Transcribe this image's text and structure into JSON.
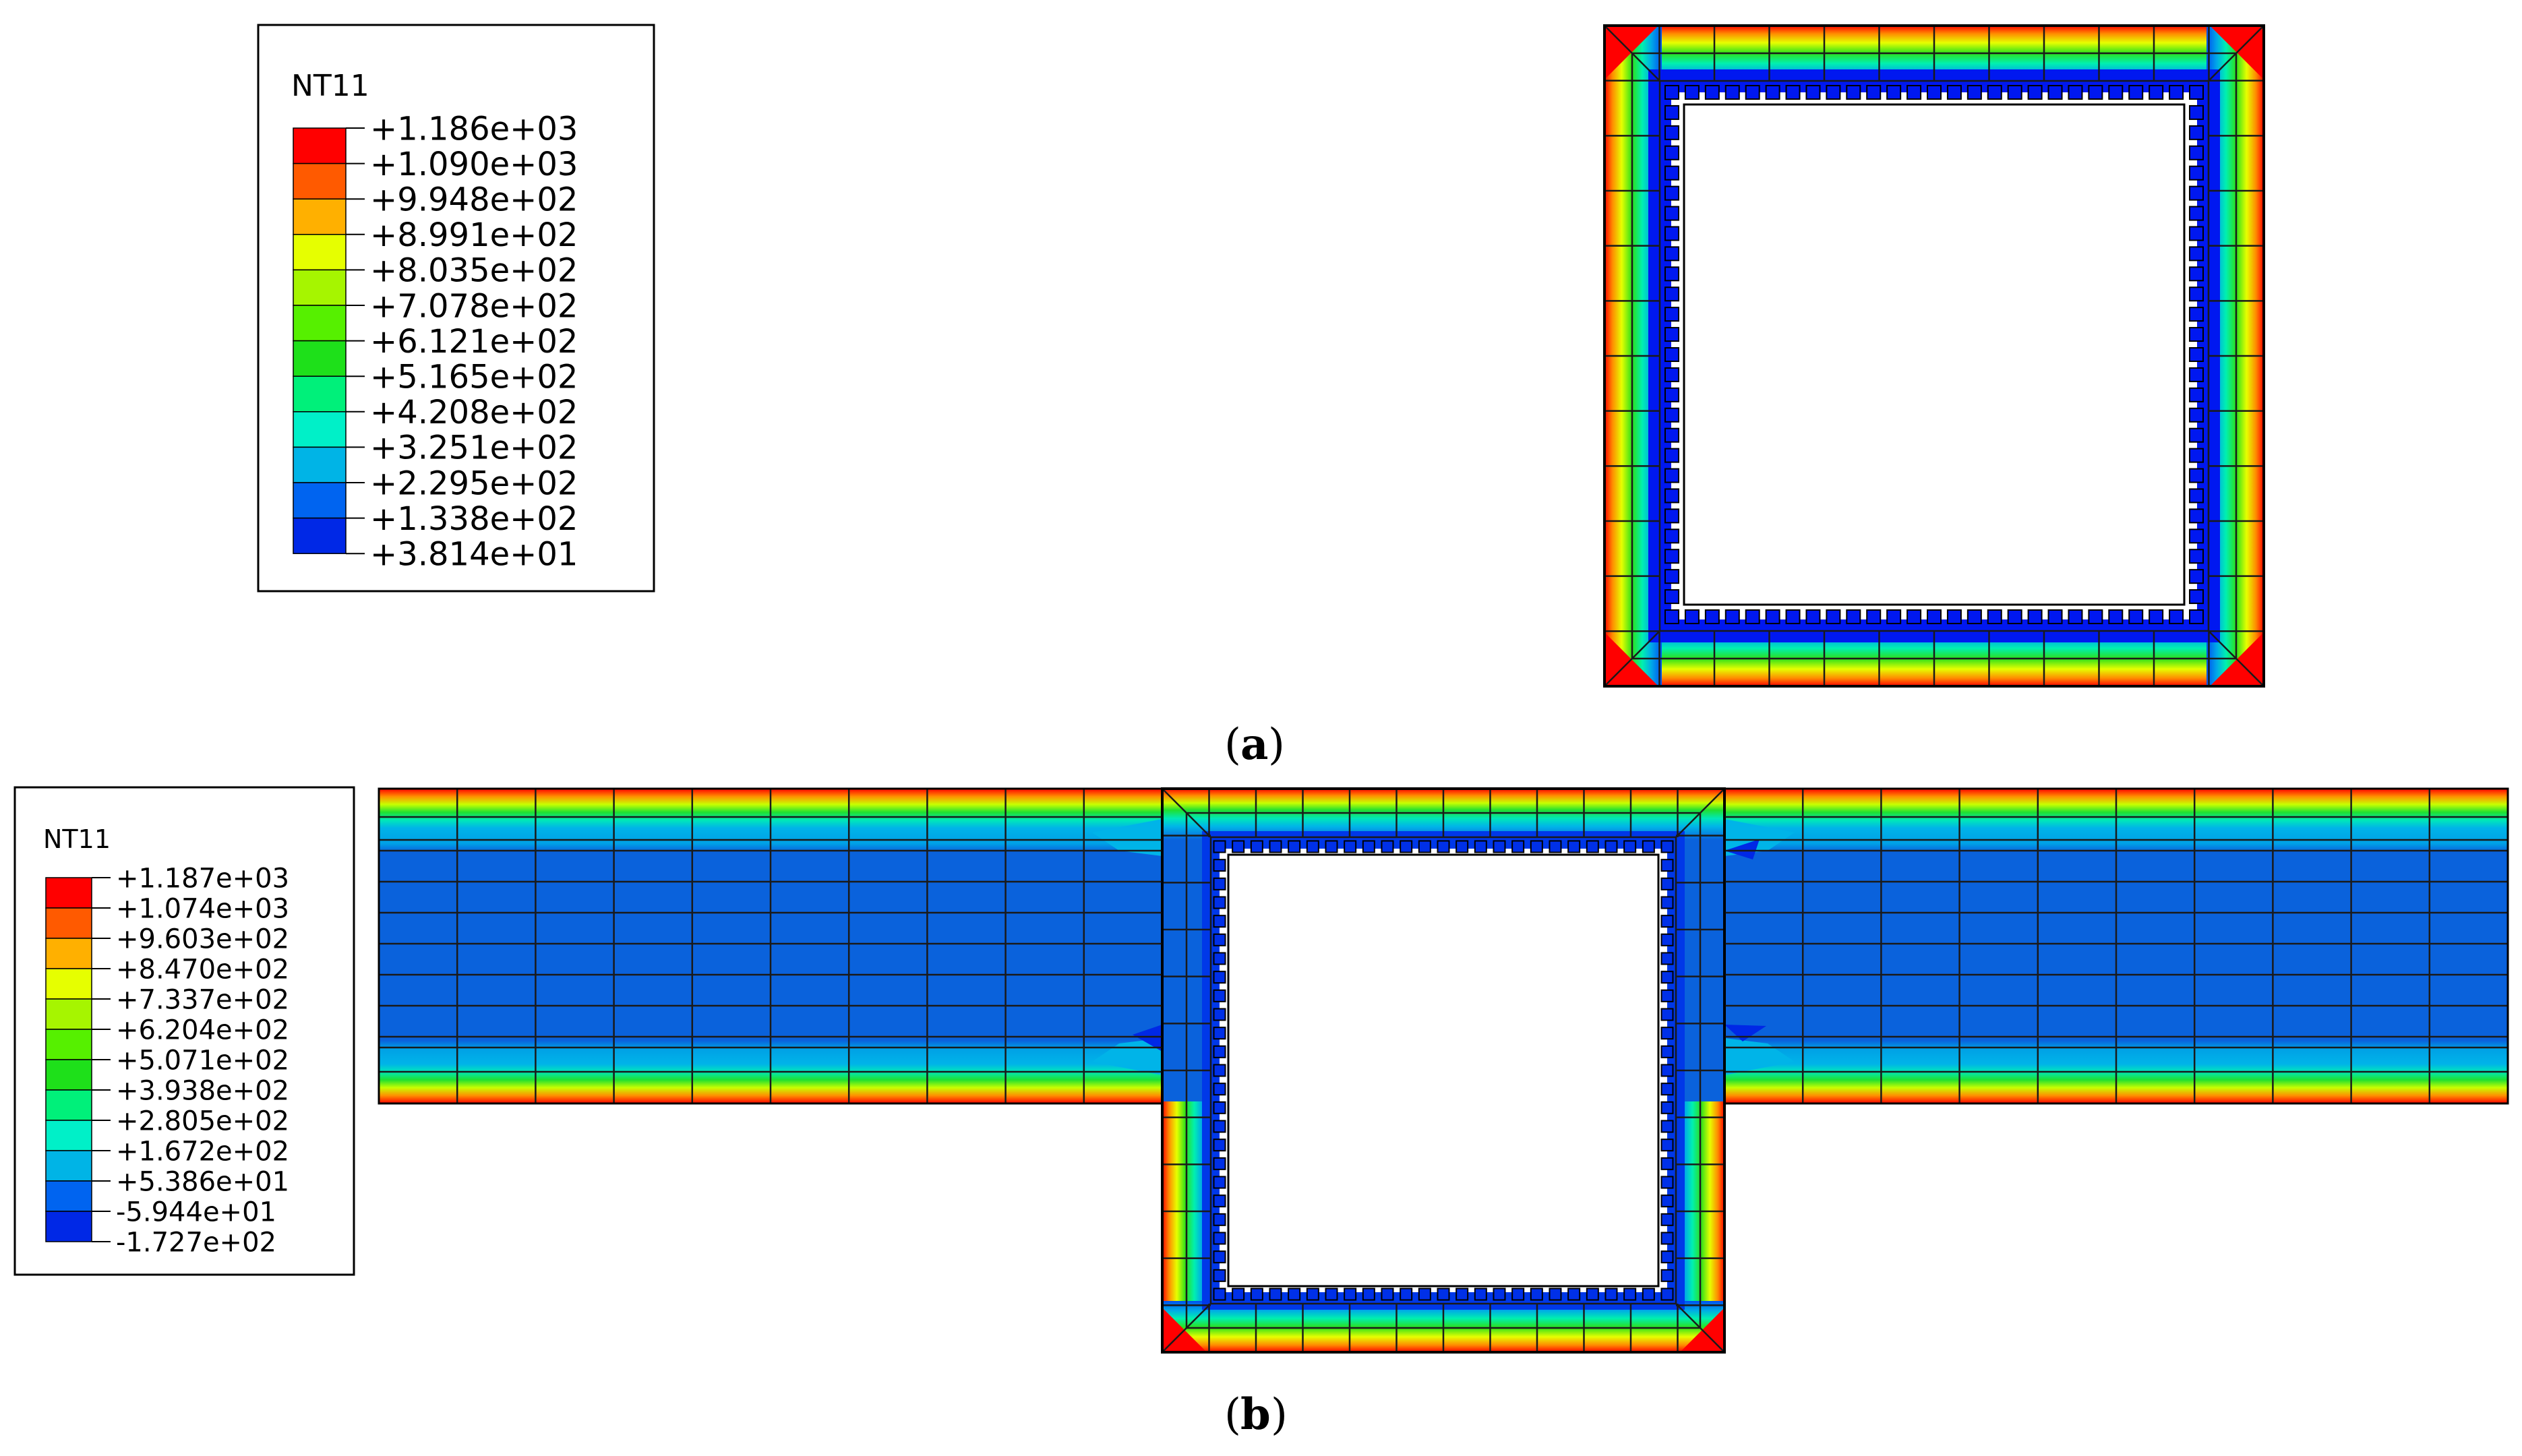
{
  "panels": [
    {
      "id": "a",
      "caption": "a",
      "legend": {
        "title": "NT11",
        "values": [
          "+1.186e+03",
          "+1.090e+03",
          "+9.948e+02",
          "+8.991e+02",
          "+8.035e+02",
          "+7.078e+02",
          "+6.121e+02",
          "+5.165e+02",
          "+4.208e+02",
          "+3.251e+02",
          "+2.295e+02",
          "+1.338e+02",
          "+3.814e+01"
        ]
      }
    },
    {
      "id": "b",
      "caption": "b",
      "legend": {
        "title": "NT11",
        "values": [
          "+1.187e+03",
          "+1.074e+03",
          "+9.603e+02",
          "+8.470e+02",
          "+7.337e+02",
          "+6.204e+02",
          "+5.071e+02",
          "+3.938e+02",
          "+2.805e+02",
          "+1.672e+02",
          "+5.386e+01",
          "-5.944e+01",
          "-1.727e+02"
        ]
      }
    }
  ],
  "colormap": [
    "#ff0000",
    "#ff5a00",
    "#ffb000",
    "#e6ff00",
    "#a6f500",
    "#56f000",
    "#1ee01a",
    "#00f07a",
    "#00f0c8",
    "#00b4e6",
    "#0064f0",
    "#0028e6"
  ]
}
